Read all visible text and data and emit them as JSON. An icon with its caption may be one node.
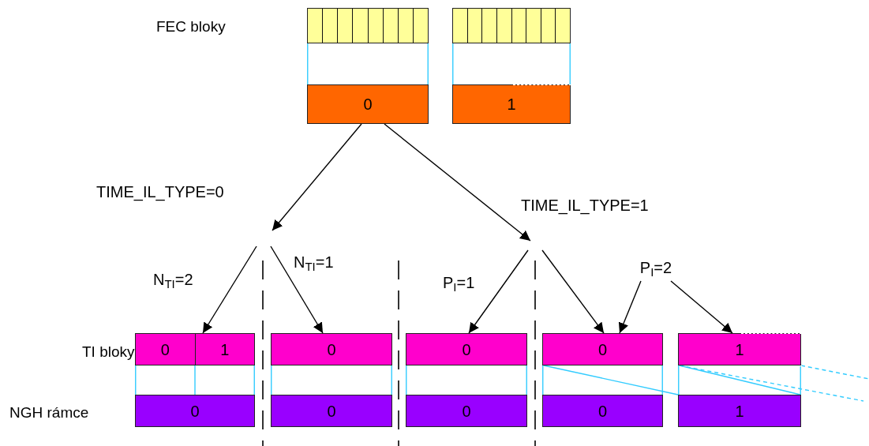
{
  "diagram": {
    "nodes": [
      {
        "text": [
          "0"
        ]
      },
      {
        "text": [
          "1"
        ]
      },
      {
        "text": [
          "0",
          "1"
        ]
      },
      {
        "text": [
          "0"
        ]
      },
      {
        "text": [
          "0"
        ]
      },
      {
        "text": [
          "0"
        ]
      },
      {
        "text": [
          "1"
        ]
      },
      {
        "text": [
          "0"
        ]
      },
      {
        "text": [
          "0"
        ]
      },
      {
        "text": [
          "0"
        ]
      },
      {
        "text": [
          "0"
        ]
      },
      {
        "text": [
          "1"
        ]
      },
      {
        "text": [
          "P$_{I}$=2"
        ]
      },
      {
        "text": [],
        "shape": "box"
      },
      {
        "text": [],
        "shape": "box"
      }
    ],
    "edges": [
      {
        "from": 0,
        "to": null,
        "arrow": "to",
        "label": "TIME_IL_TYPE=0",
        "color": "#000000"
      },
      {
        "from": 0,
        "to": null,
        "arrow": "to",
        "label": "TIME_IL_TYPE=1",
        "color": "#000000"
      },
      {
        "from": null,
        "to": 2,
        "arrow": "to",
        "label": "N$_{TI}$=2",
        "color": "#000000"
      },
      {
        "from": null,
        "to": 3,
        "arrow": "to",
        "label": "N$_{TI}$=1",
        "color": "#000000"
      },
      {
        "from": null,
        "to": 4,
        "arrow": "to",
        "label": "P$_{I}$=1",
        "color": "#000000"
      },
      {
        "from": null,
        "to": 5,
        "arrow": "to",
        "color": "#000000"
      },
      {
        "from": 12,
        "to": 5,
        "arrow": "to",
        "color": "#000000"
      },
      {
        "from": 12,
        "to": 6,
        "arrow": "to",
        "color": "#000000"
      },
      {
        "from": 13,
        "to": 0,
        "arrow": "none",
        "color": "#33ccff"
      },
      {
        "from": 13,
        "to": 0,
        "arrow": "none",
        "color": "#33ccff"
      },
      {
        "from": 14,
        "to": 1,
        "arrow": "none",
        "color": "#33ccff"
      },
      {
        "from": 14,
        "to": 1,
        "arrow": "none",
        "color": "#33ccff"
      },
      {
        "from": 2,
        "to": 7,
        "arrow": "none",
        "color": "#33ccff"
      },
      {
        "from": 2,
        "to": 7,
        "arrow": "none",
        "color": "#33ccff"
      },
      {
        "from": 2,
        "to": 7,
        "arrow": "none",
        "color": "#33ccff"
      },
      {
        "from": 3,
        "to": 8,
        "arrow": "none",
        "color": "#33ccff"
      },
      {
        "from": 3,
        "to": 8,
        "arrow": "none",
        "color": "#33ccff"
      },
      {
        "from": 4,
        "to": 9,
        "arrow": "none",
        "color": "#33ccff"
      },
      {
        "from": 4,
        "to": 9,
        "arrow": "none",
        "color": "#33ccff"
      },
      {
        "from": 5,
        "to": 10,
        "arrow": "none",
        "color": "#33ccff"
      },
      {
        "from": 5,
        "to": 10,
        "arrow": "none",
        "color": "#33ccff"
      },
      {
        "from": 5,
        "to": 11,
        "arrow": "none",
        "color": "#33ccff"
      },
      {
        "from": 6,
        "to": 11,
        "arrow": "none",
        "color": "#33ccff"
      },
      {
        "from": 6,
        "to": 11,
        "arrow": "none",
        "color": "#33ccff"
      },
      {
        "from": 6,
        "to": 11,
        "arrow": "none",
        "color": "#33ccff"
      },
      {
        "from": 6,
        "to": null,
        "arrow": "none",
        "style": "dashed",
        "color": "#33ccff"
      },
      {
        "from": 6,
        "to": null,
        "arrow": "none",
        "style": "dashed",
        "color": "#33ccff"
      }
    ],
    "labels": [
      "FEC bloky",
      "TI bloky",
      "NGH rámce"
    ]
  }
}
